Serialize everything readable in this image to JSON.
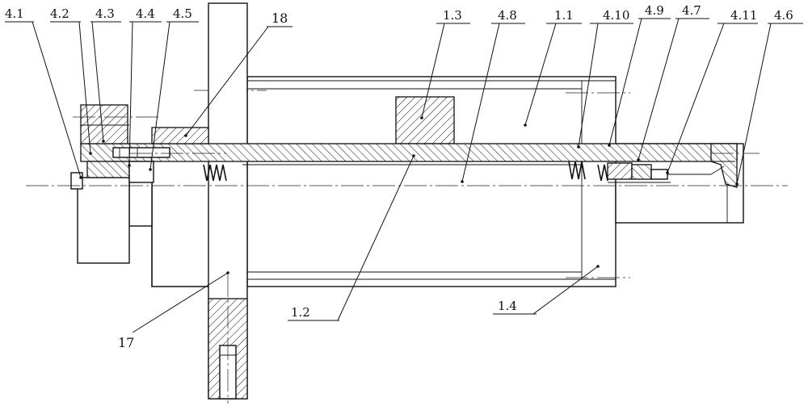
{
  "drawing": {
    "labels": {
      "l4_1": "4.1",
      "l4_2": "4.2",
      "l4_3": "4.3",
      "l4_4": "4.4",
      "l4_5": "4.5",
      "l18": "18",
      "l1_3": "1.3",
      "l4_8": "4.8",
      "l1_1": "1.1",
      "l4_10": "4.10",
      "l4_9": "4.9",
      "l4_7": "4.7",
      "l4_11": "4.11",
      "l4_6": "4.6",
      "l1_2": "1.2",
      "l1_4": "1.4",
      "l17": "17"
    }
  }
}
